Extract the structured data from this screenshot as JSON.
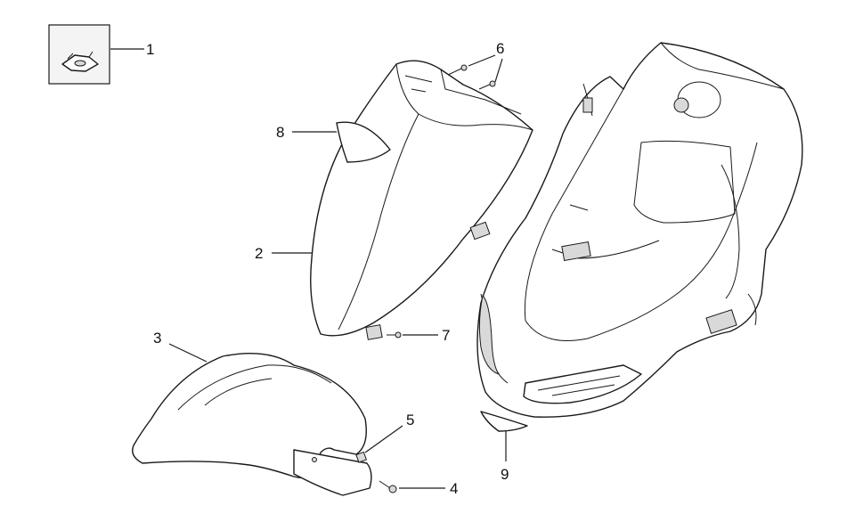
{
  "callouts": {
    "part_1": "1",
    "part_2": "2",
    "part_3": "3",
    "part_4": "4",
    "part_5": "5",
    "part_6": "6",
    "part_7": "7",
    "part_8": "8",
    "part_9": "9"
  },
  "colors": {
    "line": "#1a1a1a",
    "shade": "#d9d9d9",
    "background": "#ffffff"
  }
}
